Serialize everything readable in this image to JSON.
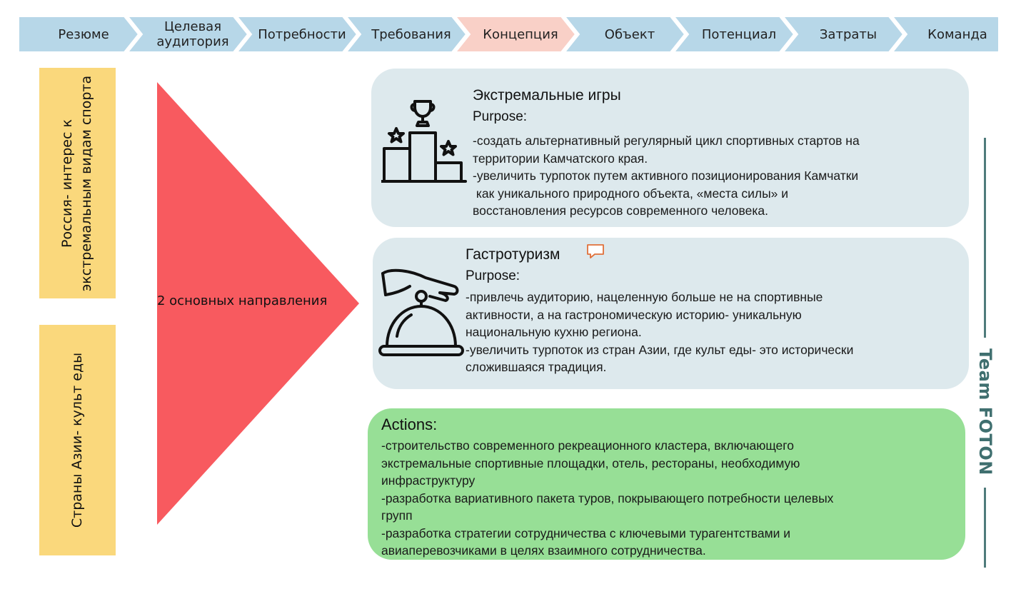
{
  "nav": {
    "items": [
      {
        "label": "Резюме",
        "color": "#b7d7e8",
        "active": false
      },
      {
        "label": "Целевая\nаудитория",
        "color": "#b7d7e8",
        "active": false
      },
      {
        "label": "Потребности",
        "color": "#b7d7e8",
        "active": false
      },
      {
        "label": "Требования",
        "color": "#b7d7e8",
        "active": false
      },
      {
        "label": "Концепция",
        "color": "#f9d0c7",
        "active": true
      },
      {
        "label": "Объект",
        "color": "#b7d7e8",
        "active": false
      },
      {
        "label": "Потенциал",
        "color": "#b7d7e8",
        "active": false
      },
      {
        "label": "Затраты",
        "color": "#b7d7e8",
        "active": false
      },
      {
        "label": "Команда",
        "color": "#b7d7e8",
        "active": false
      }
    ]
  },
  "side": {
    "russia": "Россия- интерес к\nэкстремальным видам спорта",
    "asia": "Страны Азии- культ еды"
  },
  "center": {
    "label": "2 основных направления",
    "triangle_color": "#f85a5f"
  },
  "cards": {
    "extreme": {
      "title": "Экстремальные игры",
      "purpose": "Purpose:",
      "lines": [
        "-создать альтернативный регулярный цикл спортивных стартов на",
        "территории Камчатского края.",
        "-увеличить турпоток путем активного позиционирования Камчатки",
        " как уникального природного объекта, «места силы» и",
        "восстановления ресурсов современного человека."
      ],
      "icon": "podium-trophy-icon"
    },
    "gastro": {
      "title": "Гастротуризм",
      "purpose": "Purpose:",
      "lines": [
        "-привлечь аудиторию, нацеленную больше не на спортивные",
        "активности, а на гастрономическую историю- уникальную",
        "национальную кухню региона.",
        "-увеличить турпоток из стран Азии, где культ еды- это исторически",
        "сложившаяся традиция."
      ],
      "icon": "cloche-serving-icon",
      "comment_icon": "comment-icon"
    },
    "actions": {
      "title": "Actions:",
      "lines": [
        "-строительство современного рекреационного кластера, включающего",
        "экстремальные спортивные площадки, отель, рестораны, необходимую",
        "инфраструктуру",
        "-разработка вариативного пакета туров, покрывающего потребности целевых",
        "групп",
        "-разработка стратегии сотрудничества с ключевыми турагентствами и",
        "авиаперевозчиками в целях взаимного сотрудничества."
      ]
    }
  },
  "team": {
    "label": "Team FOTON",
    "color": "#4f7b7b"
  }
}
